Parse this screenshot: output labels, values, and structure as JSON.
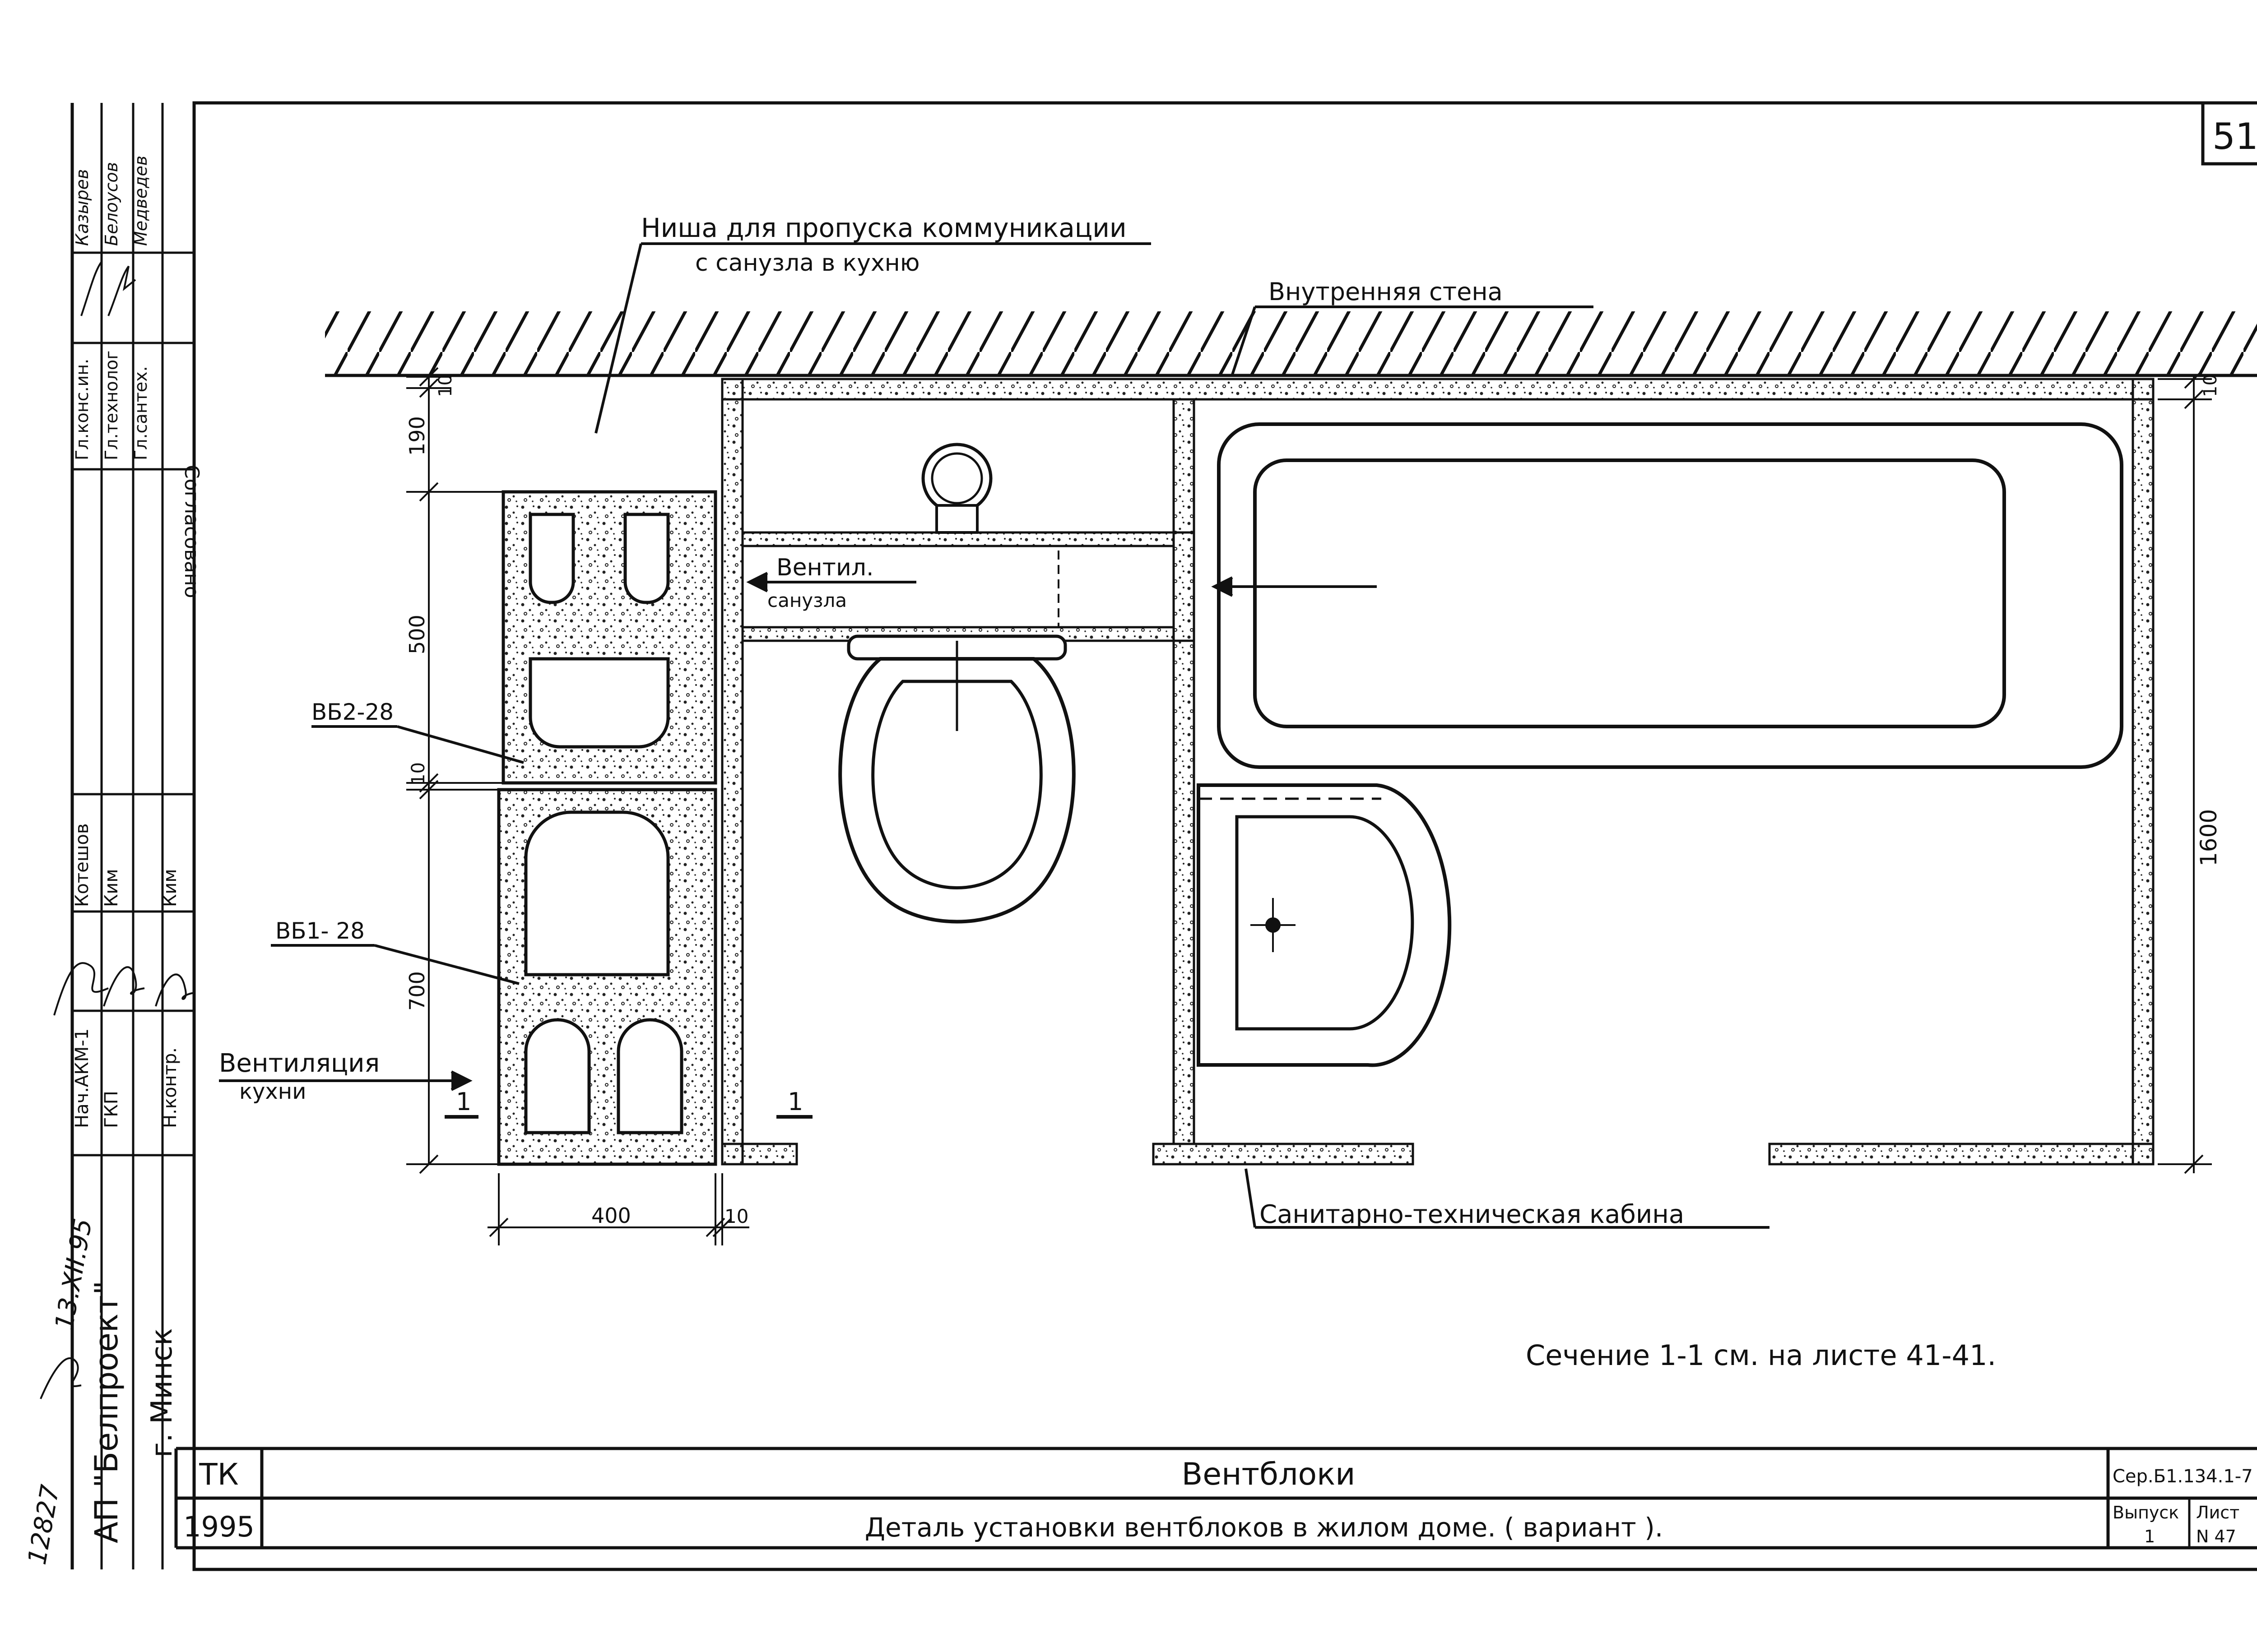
{
  "sheet": {
    "page_number": "51",
    "section_note": "Сечение 1-1 см. на листе 41-41."
  },
  "labels": {
    "niche": "Ниша для пропуска коммуникации",
    "niche_sub": "с санузла в кухню",
    "inner_wall": "Внутренняя стена",
    "vent_bath": "Вентил.",
    "vent_bath_sub": "санузла",
    "vb2": "ВБ2-28",
    "vb1": "ВБ1- 28",
    "vent_kitchen": "Вентиляция",
    "vent_kitchen_sub": "кухни",
    "cabin": "Санитарно-техническая кабина",
    "section_mark": "1"
  },
  "dimensions": {
    "d10_top": "10",
    "d190": "190",
    "d500": "500",
    "d10_mid": "10",
    "d700": "700",
    "d400": "400",
    "d10_bottom": "10",
    "d10_right": "10",
    "d1600": "1600"
  },
  "side_stamp": {
    "approved": "Согласовано",
    "roles": [
      "Гл.конс.ин.",
      "Гл.технолог",
      "Гл.сантех."
    ],
    "names": [
      "Казырев",
      "Белоусов",
      "Медведев"
    ],
    "bottom_roles": [
      "Нач.АКМ-1",
      "ГКП",
      "Н.контр."
    ],
    "bottom_names": [
      "Котешов",
      "Ким",
      "Ким"
    ],
    "org": "АП \"Белпроект\"",
    "city": "г. Минск",
    "inv": "12827",
    "date": "13.XII.95"
  },
  "title_block": {
    "code": "ТК",
    "year": "1995",
    "title": "Вентблоки",
    "subtitle": "Деталь установки вентблоков в жилом доме. ( вариант ).",
    "series": "Сер.Б1.134.1-7",
    "issue_label": "Выпуск",
    "issue": "1",
    "sheet_label": "Лист",
    "sheet": "N 47"
  }
}
